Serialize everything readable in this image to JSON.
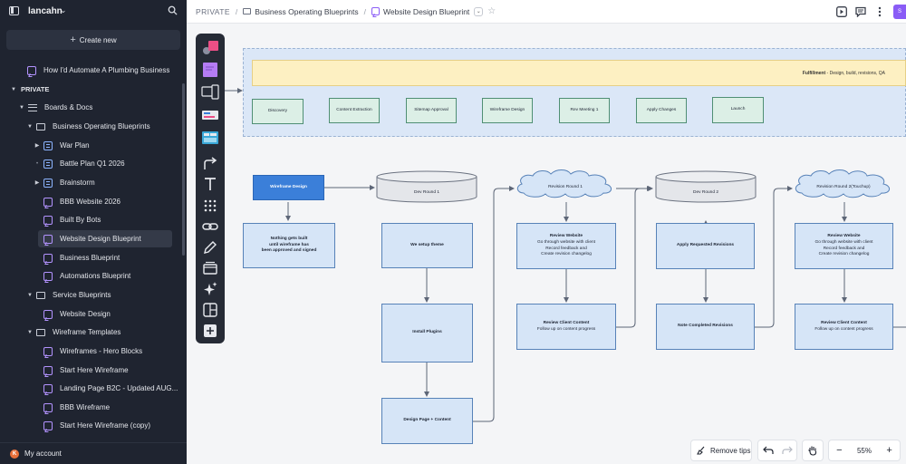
{
  "sidebar": {
    "workspace_name": "lancahn",
    "create_label": "Create new",
    "items": [
      {
        "label": "How I'd Automate A Plumbing Business",
        "icon": "board-icon"
      },
      {
        "label": "PRIVATE"
      },
      {
        "label": "Boards & Docs",
        "icon": "stack-icon"
      },
      {
        "label": "Business Operating Blueprints",
        "icon": "folder-icon"
      },
      {
        "label": "War Plan",
        "icon": "doc-icon"
      },
      {
        "label": "Battle Plan Q1 2026",
        "icon": "doc-icon"
      },
      {
        "label": "Brainstorm",
        "icon": "doc-icon"
      },
      {
        "label": "BBB Website 2026",
        "icon": "board-icon"
      },
      {
        "label": "Built By Bots",
        "icon": "board-icon"
      },
      {
        "label": "Website Design Blueprint",
        "icon": "board-icon"
      },
      {
        "label": "Business Blueprint",
        "icon": "board-icon"
      },
      {
        "label": "Automations Blueprint",
        "icon": "board-icon"
      },
      {
        "label": "Service Blueprints",
        "icon": "folder-icon"
      },
      {
        "label": "Website Design",
        "icon": "board-icon"
      },
      {
        "label": "Wireframe Templates",
        "icon": "folder-icon"
      },
      {
        "label": "Wireframes - Hero Blocks",
        "icon": "board-icon"
      },
      {
        "label": "Start Here Wireframe",
        "icon": "board-icon"
      },
      {
        "label": "Landing Page B2C - Updated AUG...",
        "icon": "board-icon"
      },
      {
        "label": "BBB Wireframe",
        "icon": "board-icon"
      },
      {
        "label": "Start Here Wireframe (copy)",
        "icon": "board-icon"
      }
    ],
    "account_label": "My account",
    "account_initial": "K"
  },
  "header": {
    "crumb_root": "PRIVATE",
    "crumb_folder": "Business Operating Blueprints",
    "crumb_board": "Website Design Blueprint",
    "share_label": "S"
  },
  "canvas": {
    "fulfillment_title": "Fulfillment",
    "fulfillment_detail": " - Design, build, revisions, QA",
    "phases": [
      "Discovery",
      "Content Extraction",
      "Sitemap Approval",
      "Wireframe Design",
      "Rev Meeting 1",
      "Apply Changes",
      "Launch"
    ],
    "wireframe_design": "Wireframe Design",
    "nothing_built": [
      "Nothing gets built",
      "until wireframe has",
      "been approved and signed"
    ],
    "dev_round_1": "Dev Round 1",
    "we_setup_theme": "We setup theme",
    "install_plugins": "Install Plugins",
    "design_page_content": "Design Page + Content",
    "revision_round_1": "Revision Round 1",
    "review_website_title": "Review Website",
    "review_website_lines": [
      "Go through website with client",
      "Record feedback and",
      "Create revision changelog"
    ],
    "review_client_title": "Review Client Content",
    "review_client_detail": "Follow up on content progress",
    "dev_round_2": "Dev Round 2",
    "apply_requested": "Apply Requested Revisions",
    "note_completed": "Note Completed Revisions",
    "revision_round_2": "Revision Round 2(Touchup)"
  },
  "bottom_bar": {
    "remove_tips": "Remove tips",
    "zoom": "55%",
    "zoom_out": "−",
    "zoom_in": "+"
  }
}
